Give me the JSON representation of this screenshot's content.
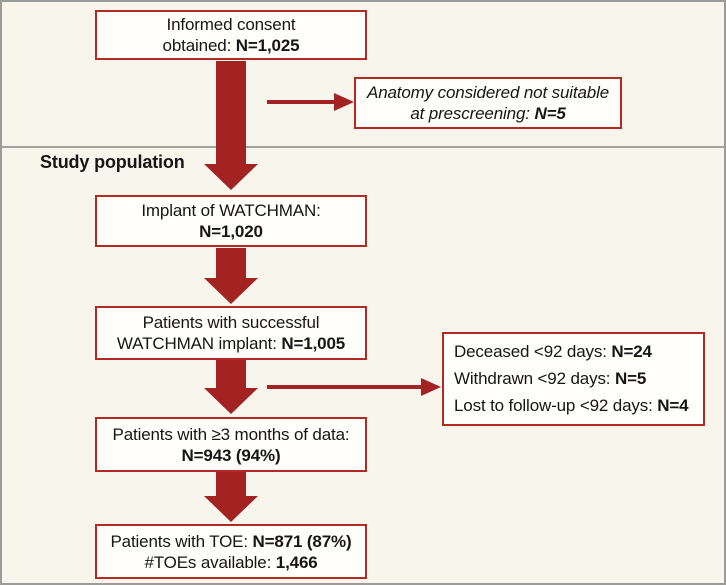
{
  "palette": {
    "background": "#f7f5ec",
    "box_fill": "#fffefb",
    "box_border": "#b22a24",
    "arrow_red": "#a32322",
    "divider_gray": "#a1a19e",
    "frame_gray": "#9b9b98",
    "text": "#161616"
  },
  "section_label": "Study population",
  "flow": {
    "consent": {
      "line1": "Informed consent",
      "line2_label": "obtained: ",
      "line2_value": "N=1,025"
    },
    "anatomy": {
      "line1": "Anatomy considered not suitable",
      "line2_label": "at prescreening: ",
      "line2_value": "N=5"
    },
    "implant": {
      "line1": "Implant of WATCHMAN:",
      "line2_value": "N=1,020"
    },
    "successful": {
      "line1": "Patients with successful",
      "line2_label": "WATCHMAN implant: ",
      "line2_value": "N=1,005"
    },
    "exclusions": {
      "rows": [
        {
          "label": "Deceased <92 days: ",
          "value": "N=24"
        },
        {
          "label": "Withdrawn <92 days: ",
          "value": "N=5"
        },
        {
          "label": "Lost to follow-up <92 days: ",
          "value": "N=4"
        }
      ]
    },
    "months_data": {
      "line1": "Patients with ≥3 months of data:",
      "line2_value": "N=943 (94%)"
    },
    "toe": {
      "line1_label": "Patients with TOE: ",
      "line1_value": "N=871 (87%)",
      "line2_label": "#TOEs available: ",
      "line2_value": "1,466"
    }
  }
}
